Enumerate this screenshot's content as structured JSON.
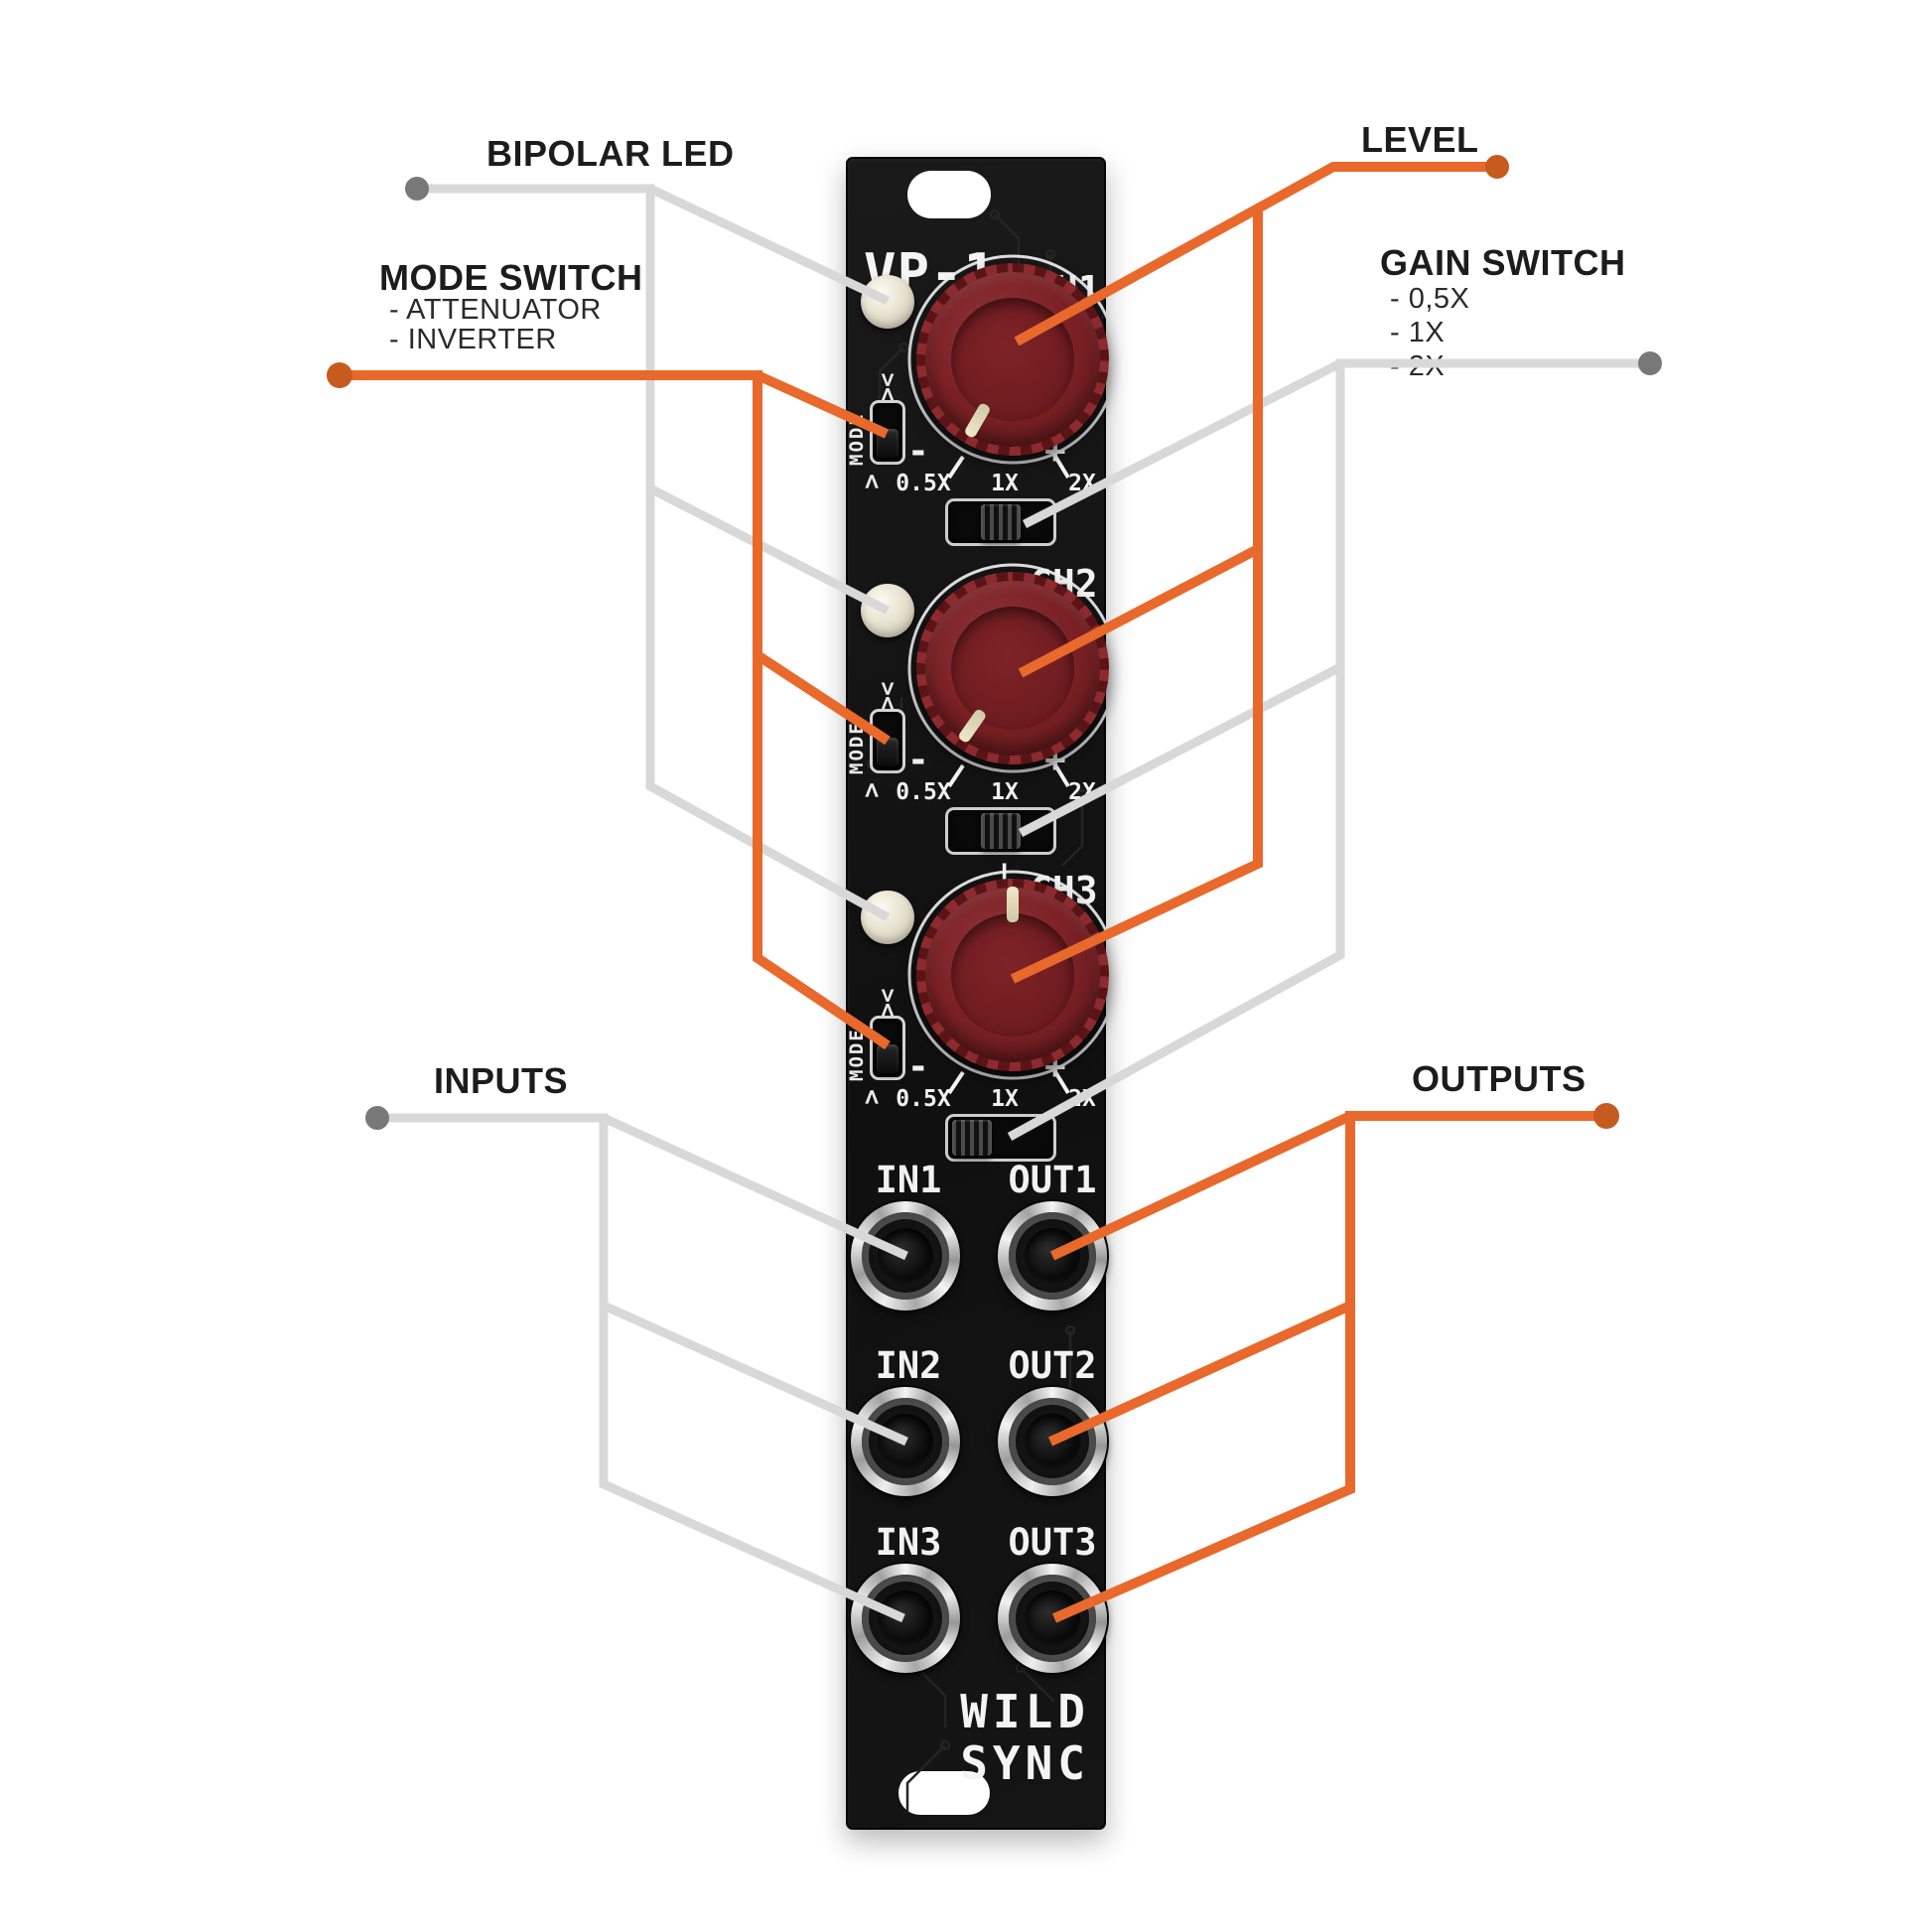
{
  "annotations": {
    "bipolar_led": {
      "label": "BIPOLAR LED"
    },
    "mode_switch": {
      "label": "MODE SWITCH",
      "items": [
        "- ATTENUATOR",
        "- INVERTER"
      ]
    },
    "level": {
      "label": "LEVEL"
    },
    "gain_switch": {
      "label": "GAIN SWITCH",
      "items": [
        "- 0,5X",
        "- 1X",
        "- 2X"
      ]
    },
    "inputs": {
      "label": "INPUTS"
    },
    "outputs": {
      "label": "OUTPUTS"
    }
  },
  "panel": {
    "title": "VP-1",
    "brand_line1": "WILD",
    "brand_line2": "SYNC",
    "channels": [
      {
        "label": "CH1",
        "dial_tick": "",
        "mode_label": "MODE",
        "mode_glyph_top": "><",
        "mode_glyph_bottom": "<",
        "minus": "-",
        "plus": "+",
        "gain_labels": [
          "0.5X",
          "1X",
          "2X"
        ],
        "gain_position": "1X",
        "mode_position": "down"
      },
      {
        "label": "CH2",
        "dial_tick": "",
        "mode_label": "MODE",
        "mode_glyph_top": "><",
        "mode_glyph_bottom": "<",
        "minus": "-",
        "plus": "+",
        "gain_labels": [
          "0.5X",
          "1X",
          "2X"
        ],
        "gain_position": "1X",
        "mode_position": "down"
      },
      {
        "label": "CH3",
        "dial_tick": "|",
        "mode_label": "MODE",
        "mode_glyph_top": "><",
        "mode_glyph_bottom": "<",
        "minus": "-",
        "plus": "+",
        "gain_labels": [
          "0.5X",
          "1X",
          "2X"
        ],
        "gain_position": "0.5X",
        "mode_position": "down"
      }
    ],
    "jacks": {
      "inputs": [
        "IN1",
        "IN2",
        "IN3"
      ],
      "outputs": [
        "OUT1",
        "OUT2",
        "OUT3"
      ]
    }
  },
  "colors": {
    "accent_orange_line": "#e8692b",
    "accent_orange_dot": "#c65a1f",
    "line_gray": "#d8d8d8",
    "dot_gray": "#787878",
    "panel_black": "#131313",
    "knob_red": "#7b2125",
    "led_cream": "#eae5d3"
  }
}
